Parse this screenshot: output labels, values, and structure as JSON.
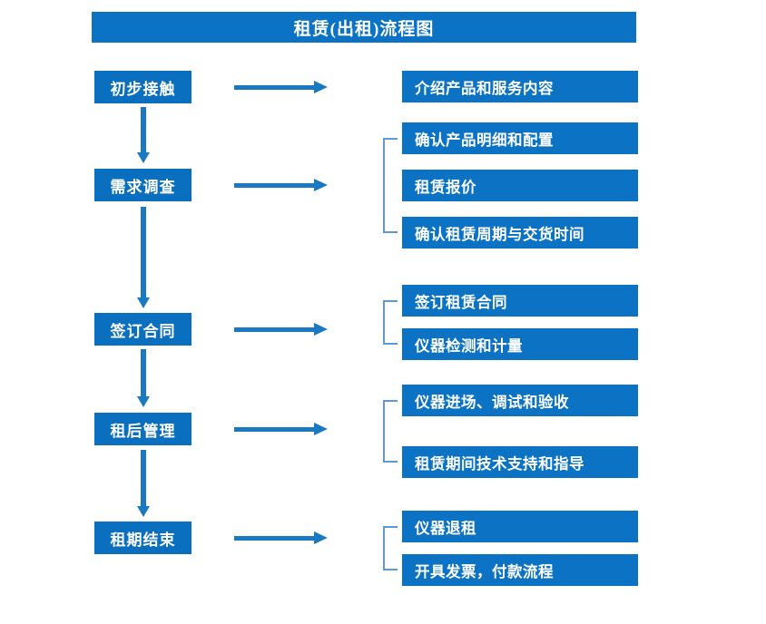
{
  "title": "租赁(出租)流程图",
  "colors": {
    "title_bg": "#0b72c4",
    "stage_box_bg": "#0b6fc0",
    "detail_box_bg": "#0b72c4",
    "arrow": "#1a79c0",
    "bracket": "#5b9bd5",
    "text": "#ffffff",
    "page_bg": "#ffffff"
  },
  "stages": [
    {
      "label": "初步接触"
    },
    {
      "label": "需求调查"
    },
    {
      "label": "签订合同"
    },
    {
      "label": "租后管理"
    },
    {
      "label": "租期结束"
    }
  ],
  "details": [
    {
      "label": "介绍产品和服务内容"
    },
    {
      "label": "确认产品明细和配置"
    },
    {
      "label": "租赁报价"
    },
    {
      "label": "确认租赁周期与交货时间"
    },
    {
      "label": "签订租赁合同"
    },
    {
      "label": "仪器检测和计量"
    },
    {
      "label": "仪器进场、调试和验收"
    },
    {
      "label": "租赁期间技术支持和指导"
    },
    {
      "label": "仪器退租"
    },
    {
      "label": "开具发票，付款流程"
    }
  ],
  "groups": [
    {
      "stage": "初步接触",
      "details": [
        "介绍产品和服务内容"
      ],
      "bracket": false
    },
    {
      "stage": "需求调查",
      "details": [
        "确认产品明细和配置",
        "租赁报价",
        "确认租赁周期与交货时间"
      ],
      "bracket": true
    },
    {
      "stage": "签订合同",
      "details": [
        "签订租赁合同",
        "仪器检测和计量"
      ],
      "bracket": true
    },
    {
      "stage": "租后管理",
      "details": [
        "仪器进场、调试和验收",
        "租赁期间技术支持和指导"
      ],
      "bracket": true
    },
    {
      "stage": "租期结束",
      "details": [
        "仪器退租",
        "开具发票，付款流程"
      ],
      "bracket": true
    }
  ],
  "connectors": {
    "horizontal_arrow_count": 5,
    "vertical_arrow_count": 4,
    "bracket_count": 4
  }
}
